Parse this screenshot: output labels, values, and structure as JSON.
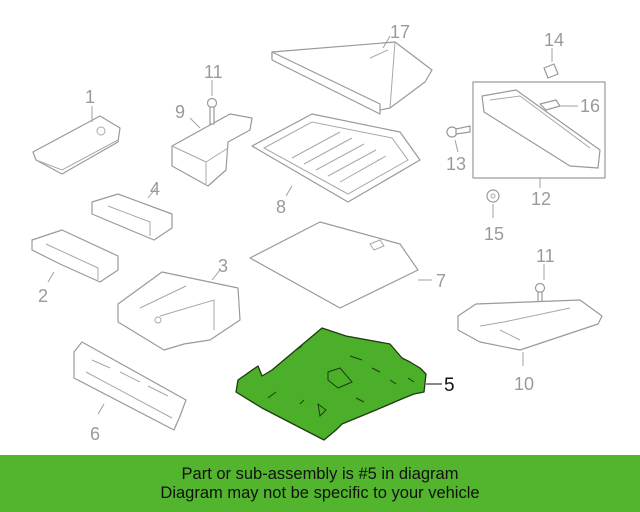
{
  "diagram": {
    "labels": [
      "1",
      "2",
      "3",
      "4",
      "5",
      "6",
      "7",
      "8",
      "9",
      "10",
      "11",
      "11",
      "12",
      "13",
      "14",
      "15",
      "16",
      "17"
    ],
    "highlight_color": "#4caf2a",
    "highlighted_part": "5"
  },
  "banner": {
    "line1": "Part or sub-assembly is #5 in diagram",
    "line2": "Diagram may not be specific to your vehicle",
    "color": "#52b52d"
  }
}
